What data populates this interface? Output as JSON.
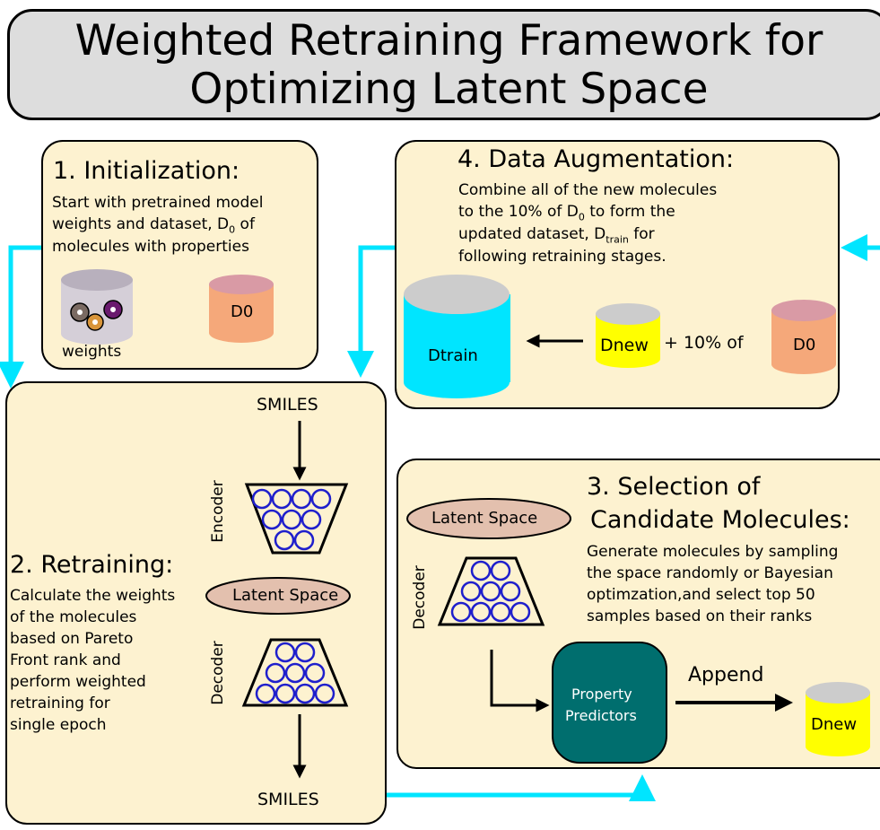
{
  "title": {
    "line1": "Weighted Retraining Framework for",
    "line2": "Optimizing Latent Space"
  },
  "init": {
    "heading": "1. Initialization:",
    "line1": "Start with pretrained model",
    "line2_pre": "weights and dataset, D",
    "line2_sub": "0",
    "line2_post": " of",
    "line3": "molecules with properties",
    "weights_label": "weights",
    "d0_label": "D0"
  },
  "augment": {
    "heading": "4. Data Augmentation:",
    "line1": "Combine all of the new molecules",
    "line2_pre": "to the 10% of D",
    "line2_sub": "0",
    "line2_post": " to form the",
    "line3_pre": "updated dataset, D",
    "line3_sub": "train",
    "line3_post": " for",
    "line4": "following retraining stages.",
    "dtrain_label": "Dtrain",
    "dnew_label": "Dnew",
    "plus_label": "+ 10% of",
    "d0_label": "D0"
  },
  "retrain": {
    "smiles_top": "SMILES",
    "smiles_bottom": "SMILES",
    "encoder_label": "Encoder",
    "decoder_label": "Decoder",
    "latent_label": "Latent Space",
    "heading": "2. Retraining:",
    "desc_lines": [
      "Calculate the weights",
      "of the molecules",
      "based on Pareto",
      "Front rank and",
      "perform weighted",
      "retraining for",
      "single epoch"
    ]
  },
  "selection": {
    "heading1": "3. Selection of",
    "heading2": "Candidate Molecules:",
    "desc_lines": [
      "Generate molecules by sampling",
      "the space randomly or Bayesian",
      "optimzation,and select top 50",
      "samples based on their ranks"
    ],
    "latent_label": "Latent Space",
    "decoder_label": "Decoder",
    "predictor_line1": "Property",
    "predictor_line2": "Predictors",
    "append_label": "Append",
    "dnew_label": "Dnew"
  },
  "colors": {
    "panel": "#fdf2d0",
    "title_bg": "#dddddd",
    "arrow_cyan": "#00e5ff",
    "dtrain": "#00e5ff",
    "dnew": "#ffff00",
    "d0": "#f5a87a",
    "latent": "#e3c0ae",
    "predictor": "#006e6e",
    "circle": "#1f1fcc"
  }
}
